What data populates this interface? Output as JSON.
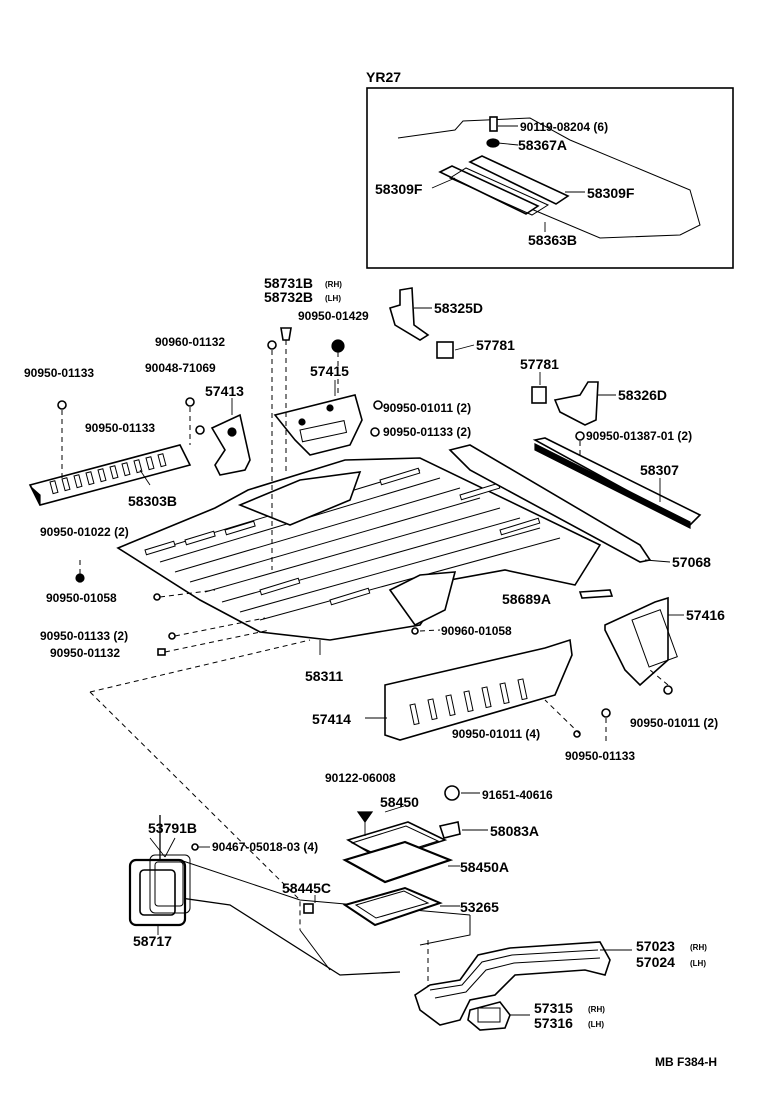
{
  "inset": {
    "title": "YR27"
  },
  "labels": {
    "p1": "90119-08204 (6)",
    "p2": "58367A",
    "p3": "58309F",
    "p4": "58309F",
    "p5": "58363B",
    "p6": "58731B",
    "p6s": "(RH)",
    "p7": "58732B",
    "p7s": "(LH)",
    "p8": "58325D",
    "p9": "90950-01429",
    "p10": "90960-01132",
    "p11": "57781",
    "p12": "57781",
    "p13": "90950-01133",
    "p14": "90048-71069",
    "p15": "57413",
    "p16": "57415",
    "p17": "58326D",
    "p18": "90950-01011 (2)",
    "p19": "90950-01133",
    "p20": "90950-01133 (2)",
    "p21": "90950-01387-01 (2)",
    "p22": "58303B",
    "p23": "58307",
    "p24": "90950-01022 (2)",
    "p25": "57068",
    "p26": "90950-01058",
    "p27": "58689A",
    "p28": "57416",
    "p29": "90950-01133 (2)",
    "p30": "90960-01058",
    "p31": "90950-01132",
    "p32": "58311",
    "p33": "57414",
    "p34": "90950-01011 (2)",
    "p35": "90950-01011 (4)",
    "p36": "90950-01133",
    "p37": "90122-06008",
    "p38": "58450",
    "p39": "91651-40616",
    "p40": "58083A",
    "p41": "53791B",
    "p42": "90467-05018-03 (4)",
    "p43": "58450A",
    "p44": "58445C",
    "p45": "53265",
    "p46": "58717",
    "p47": "57023",
    "p47s": "(RH)",
    "p48": "57024",
    "p48s": "(LH)",
    "p49": "57315",
    "p49s": "(RH)",
    "p50": "57316",
    "p50s": "(LH)"
  },
  "footer": {
    "code": "MB  F384-H"
  }
}
